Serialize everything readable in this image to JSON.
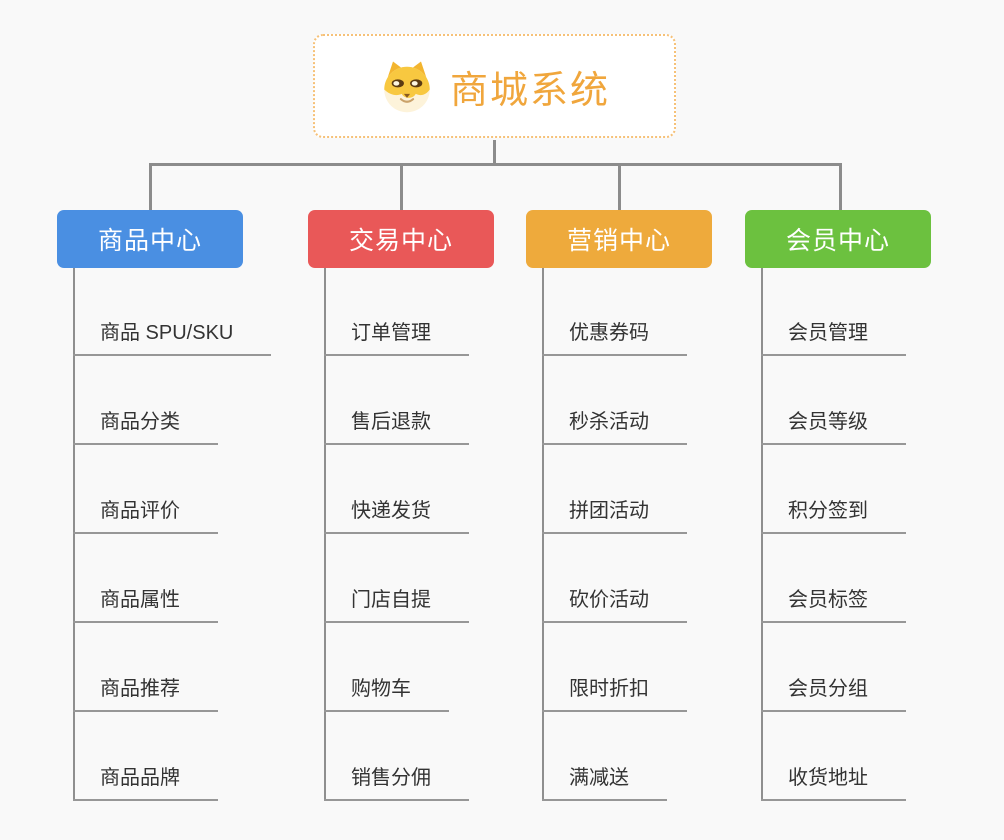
{
  "root": {
    "title": "商城系统",
    "title_color": "#f0a63c",
    "border_color": "#f6c178",
    "icon": "shiba-dog-icon"
  },
  "connectors": {
    "color": "#8c8c8c",
    "spine_color": "#8f8f8f",
    "underline_color": "#979797"
  },
  "branches": [
    {
      "label": "商品中心",
      "color": "#4a8fe2",
      "items": [
        "商品 SPU/SKU",
        "商品分类",
        "商品评价",
        "商品属性",
        "商品推荐",
        "商品品牌"
      ]
    },
    {
      "label": "交易中心",
      "color": "#e95858",
      "items": [
        "订单管理",
        "售后退款",
        "快递发货",
        "门店自提",
        "购物车",
        "销售分佣"
      ]
    },
    {
      "label": "营销中心",
      "color": "#eeaa3c",
      "items": [
        "优惠券码",
        "秒杀活动",
        "拼团活动",
        "砍价活动",
        "限时折扣",
        "满减送"
      ]
    },
    {
      "label": "会员中心",
      "color": "#6cc13f",
      "items": [
        "会员管理",
        "会员等级",
        "积分签到",
        "会员标签",
        "会员分组",
        "收货地址"
      ]
    }
  ]
}
